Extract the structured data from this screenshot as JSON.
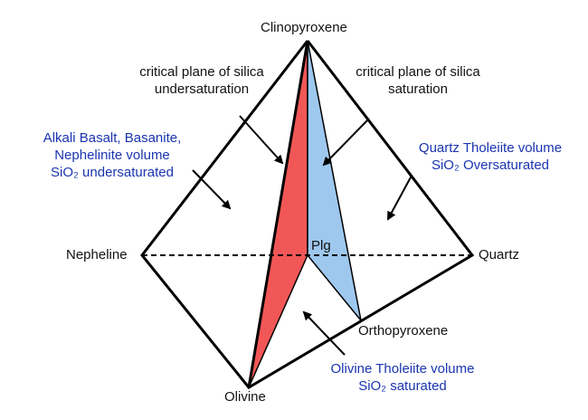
{
  "vertices": {
    "clinopyroxene": "Clinopyroxene",
    "nepheline": "Nepheline",
    "quartz": "Quartz",
    "olivine": "Olivine",
    "orthopyroxene": "Orthopyroxene",
    "plagioclase": "Plg"
  },
  "annotations": {
    "undersaturation_plane": [
      "critical plane of silica",
      "undersaturation"
    ],
    "saturation_plane": [
      "critical plane of silica",
      "saturation"
    ],
    "alkali_volume": [
      "Alkali Basalt, Basanite,",
      "Nephelinite volume",
      "SiO₂ undersaturated"
    ],
    "quartz_volume": [
      "Quartz Tholeiite volume",
      "SiO₂ Oversaturated"
    ],
    "olivine_volume": [
      "Olivine Tholeiite volume",
      "SiO₂ saturated"
    ]
  },
  "colors": {
    "undersaturation_plane_fill": "#f25757",
    "saturation_plane_fill": "#9fc8ef",
    "volume_label_text": "#1a35b0",
    "outline": "#000000"
  }
}
